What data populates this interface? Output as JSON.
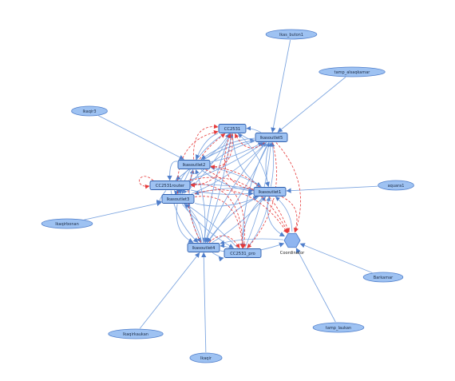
{
  "colors": {
    "node_fill": "#9ec2f2",
    "node_stroke": "#4f7ecb",
    "blue_edge": "#7ea6e0",
    "red_edge": "#e63b3b",
    "coordinator_fill": "#8fb5f0"
  },
  "nodes": [
    {
      "id": "lkas_buton1",
      "label": "lkas_buton1",
      "shape": "ellipse"
    },
    {
      "id": "tamp_alsaqkamar",
      "label": "tamp_alsaqkamar",
      "shape": "ellipse"
    },
    {
      "id": "lkaqir3",
      "label": "lkaqir3",
      "shape": "ellipse"
    },
    {
      "id": "aquara1",
      "label": "aquara1",
      "shape": "ellipse"
    },
    {
      "id": "lkaqirbonan",
      "label": "lkaqirbonan",
      "shape": "ellipse"
    },
    {
      "id": "barkamar",
      "label": "Barkamar",
      "shape": "ellipse"
    },
    {
      "id": "tamp_laukan",
      "label": "tamp_laukan",
      "shape": "ellipse"
    },
    {
      "id": "lkaqirkaukan",
      "label": "lkaqirkaukan",
      "shape": "ellipse"
    },
    {
      "id": "lkaqir",
      "label": "lkaqir",
      "shape": "ellipse"
    },
    {
      "id": "cc2531",
      "label": "CC2531",
      "shape": "rect"
    },
    {
      "id": "lkasoutlet5",
      "label": "lkasoutlet5",
      "shape": "rect"
    },
    {
      "id": "lkasoutlet2",
      "label": "lkasoutlet2",
      "shape": "rect"
    },
    {
      "id": "cc2531router",
      "label": "CC2531router",
      "shape": "rect"
    },
    {
      "id": "lkasoutlet3",
      "label": "lkasoutlet3",
      "shape": "rect"
    },
    {
      "id": "lkasoutlet1",
      "label": "lkasoutlet1",
      "shape": "rect"
    },
    {
      "id": "lkasoutlet4",
      "label": "lkasoutlet4",
      "shape": "rect"
    },
    {
      "id": "cc2531_pro",
      "label": "CC2531_pro",
      "shape": "rect"
    },
    {
      "id": "coordinator",
      "label": "Coordinator",
      "shape": "hexagon"
    }
  ],
  "leaf_edges": [
    [
      "lkas_buton1",
      "lkasoutlet5"
    ],
    [
      "tamp_alsaqkamar",
      "lkasoutlet5"
    ],
    [
      "lkaqir3",
      "lkasoutlet2"
    ],
    [
      "aquara1",
      "lkasoutlet1"
    ],
    [
      "lkaqirbonan",
      "lkasoutlet3"
    ],
    [
      "barkamar",
      "coordinator"
    ],
    [
      "tamp_laukan",
      "coordinator"
    ],
    [
      "lkaqirkaukan",
      "lkasoutlet4"
    ],
    [
      "lkaqir",
      "lkasoutlet4"
    ]
  ],
  "router_edges": [
    [
      "cc2531",
      "lkasoutlet5"
    ],
    [
      "cc2531",
      "lkasoutlet2"
    ],
    [
      "cc2531",
      "lkasoutlet3"
    ],
    [
      "cc2531",
      "lkasoutlet1"
    ],
    [
      "cc2531",
      "lkasoutlet4"
    ],
    [
      "lkasoutlet5",
      "lkasoutlet2"
    ],
    [
      "lkasoutlet5",
      "cc2531router"
    ],
    [
      "lkasoutlet5",
      "lkasoutlet3"
    ],
    [
      "lkasoutlet5",
      "lkasoutlet1"
    ],
    [
      "lkasoutlet5",
      "lkasoutlet4"
    ],
    [
      "lkasoutlet5",
      "cc2531_pro"
    ],
    [
      "lkasoutlet2",
      "cc2531router"
    ],
    [
      "lkasoutlet2",
      "lkasoutlet3"
    ],
    [
      "lkasoutlet2",
      "lkasoutlet1"
    ],
    [
      "lkasoutlet2",
      "lkasoutlet4"
    ],
    [
      "cc2531router",
      "lkasoutlet3"
    ],
    [
      "cc2531router",
      "lkasoutlet1"
    ],
    [
      "cc2531router",
      "lkasoutlet4"
    ],
    [
      "lkasoutlet3",
      "lkasoutlet1"
    ],
    [
      "lkasoutlet3",
      "lkasoutlet4"
    ],
    [
      "lkasoutlet3",
      "cc2531_pro"
    ],
    [
      "lkasoutlet1",
      "lkasoutlet4"
    ],
    [
      "lkasoutlet1",
      "cc2531_pro"
    ],
    [
      "lkasoutlet1",
      "coordinator"
    ],
    [
      "lkasoutlet4",
      "cc2531_pro"
    ],
    [
      "lkasoutlet4",
      "coordinator"
    ]
  ],
  "red_edges": [
    [
      "lkasoutlet5",
      "cc2531"
    ],
    [
      "lkasoutlet2",
      "cc2531"
    ],
    [
      "lkasoutlet3",
      "cc2531"
    ],
    [
      "lkasoutlet1",
      "cc2531"
    ],
    [
      "lkasoutlet4",
      "cc2531"
    ],
    [
      "cc2531router",
      "cc2531router"
    ],
    [
      "lkasoutlet5",
      "coordinator"
    ],
    [
      "lkasoutlet2",
      "coordinator"
    ],
    [
      "lkasoutlet3",
      "coordinator"
    ],
    [
      "cc2531router",
      "coordinator"
    ],
    [
      "lkasoutlet1",
      "coordinator"
    ],
    [
      "lkasoutlet5",
      "cc2531_pro"
    ],
    [
      "lkasoutlet2",
      "cc2531_pro"
    ],
    [
      "lkasoutlet3",
      "cc2531_pro"
    ],
    [
      "cc2531router",
      "cc2531_pro"
    ],
    [
      "lkasoutlet4",
      "cc2531_pro"
    ],
    [
      "cc2531",
      "lkasoutlet2"
    ],
    [
      "cc2531",
      "cc2531router"
    ]
  ]
}
